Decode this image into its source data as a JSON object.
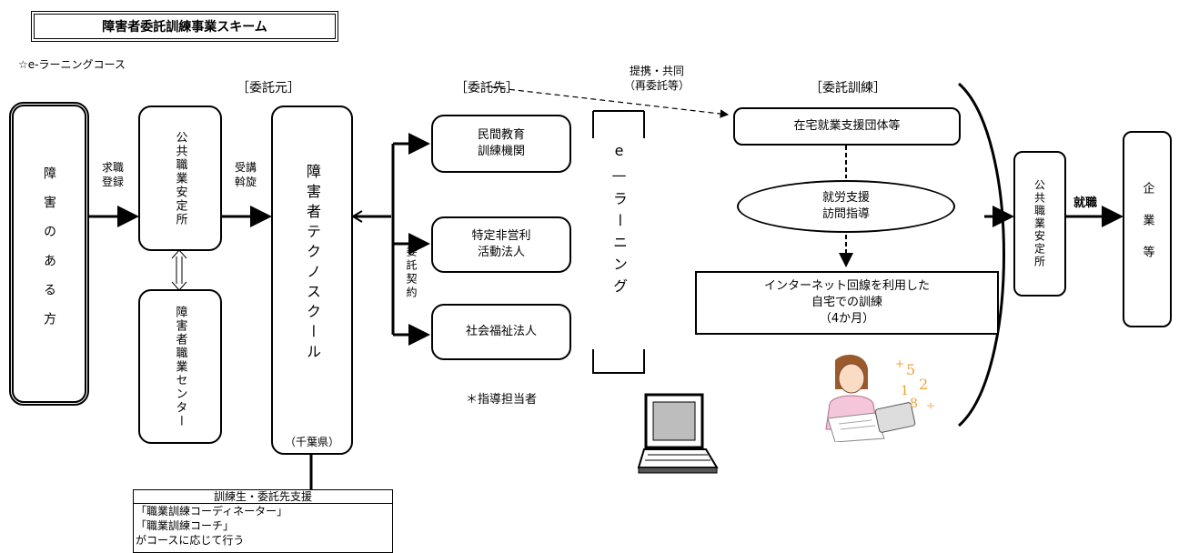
{
  "title": "障害者委託訓練事業スキーム",
  "subtitle": "☆e-ラーニングコース",
  "headings": {
    "itakumoto": "［委託元］",
    "itakusaki": "［委託先］",
    "itakukunren": "［委託訓練］"
  },
  "teikei_label_1": "提携・共同",
  "teikei_label_2": "（再委託等）",
  "boxes": {
    "person": "障害のある方",
    "hello_work": "公共職業安定所",
    "vocational_center": "障害者職業センター",
    "techno_school": "障害者テクノスクール",
    "chiba": "（千葉県）",
    "minkan": "民間教育\n訓練機関",
    "npo": "特定非営利\n活動法人",
    "welfare": "社会福祉法人",
    "elearning": "e—ラーニング",
    "home_support": "在宅就業支援団体等",
    "visit_guidance": "就労支援\n訪問指導",
    "home_training": "インターネット回線を利用した\n自宅での訓練\n（4か月）",
    "hello_work_2": "公共職業安定所",
    "company": "企業等"
  },
  "arrow_labels": {
    "kyushoku_1": "求職",
    "kyushoku_2": "登録",
    "jukou_1": "受講",
    "jukou_2": "斡旋",
    "itaku_keiyaku": "委託契約",
    "shushoku": "就職"
  },
  "note": "＊指導担当者",
  "support_box": {
    "header": "訓練生・委託先支援",
    "line1": "「職業訓練コーディネーター」",
    "line2": "「職業訓練コーチ」",
    "line3": "がコースに応じて行う"
  },
  "icons": [
    "laptop-icon",
    "woman-calculator-illustration"
  ]
}
